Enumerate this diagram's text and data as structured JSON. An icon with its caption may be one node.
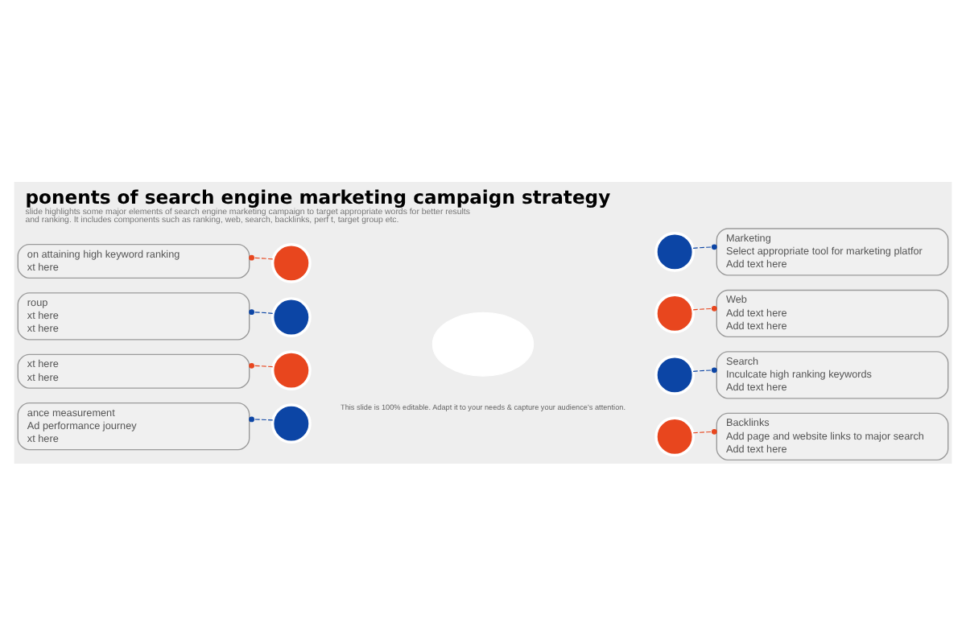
{
  "diagram": {
    "title": "ponents of search engine marketing campaign strategy",
    "caption": "slide highlights some major elements of search engine marketing campaign to target appropriate words for better results and ranking. It includes components such as ranking, web, search, backlinks, perf t, target group etc.",
    "nodes": [
      {
        "text": [
          "on attaining high keyword ranking",
          "xt here"
        ]
      },
      {
        "text": [
          "roup",
          "xt here",
          "xt here"
        ]
      },
      {
        "text": [
          "xt here",
          "xt here"
        ]
      },
      {
        "text": [
          "ance measurement",
          "Ad performance journey",
          "xt here"
        ]
      },
      {
        "text": [],
        "shape": "circle"
      },
      {
        "text": [],
        "shape": "circle"
      },
      {
        "text": [],
        "shape": "circle"
      },
      {
        "text": [],
        "shape": "circle"
      },
      {
        "text": [],
        "shape": "cloud"
      },
      {
        "text": [],
        "shape": "circle"
      },
      {
        "text": [],
        "shape": "circle"
      },
      {
        "text": [],
        "shape": "circle"
      },
      {
        "text": [],
        "shape": "circle"
      },
      {
        "text": [
          "Marketing",
          "Select appropriate tool for marketing platfor",
          "Add text here"
        ]
      },
      {
        "text": [
          "Web",
          "Add text here",
          "Add text here"
        ]
      },
      {
        "text": [
          "Search",
          "Inculcate high ranking keywords",
          "Add text here"
        ]
      },
      {
        "text": [
          "Backlinks",
          "Add page and website links to major search",
          "Add text here"
        ]
      }
    ],
    "edges": [
      {
        "from": 4,
        "to": 0,
        "arrow": "other",
        "style": "dashed",
        "color": "#e8461e"
      },
      {
        "from": 5,
        "to": 1,
        "arrow": "other",
        "style": "dashed",
        "color": "#0c45a5"
      },
      {
        "from": 6,
        "to": 2,
        "arrow": "other",
        "style": "dashed",
        "color": "#e8461e"
      },
      {
        "from": 7,
        "to": 3,
        "arrow": "other",
        "style": "dashed",
        "color": "#0c45a5"
      },
      {
        "from": 9,
        "to": 13,
        "arrow": "other",
        "style": "dashed",
        "color": "#0c45a5"
      },
      {
        "from": 10,
        "to": 14,
        "arrow": "other",
        "style": "dashed",
        "color": "#e8461e"
      },
      {
        "from": 11,
        "to": 15,
        "arrow": "other",
        "style": "dashed",
        "color": "#0c45a5"
      },
      {
        "from": 12,
        "to": 16,
        "arrow": "other",
        "style": "dashed",
        "color": "#e8461e"
      }
    ],
    "labels": [
      "This slide is 100% editable. Adapt it to your needs & capture your audience's attention."
    ]
  }
}
